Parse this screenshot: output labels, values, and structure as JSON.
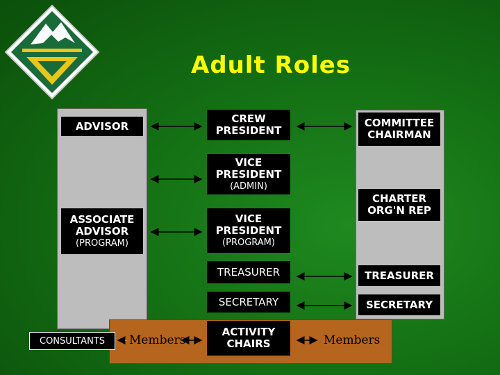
{
  "title": "Adult Roles",
  "left_column": {
    "advisor": "ADVISOR",
    "associate_advisor_line1": "ASSOCIATE",
    "associate_advisor_line2": "ADVISOR",
    "associate_advisor_sub": "(PROGRAM)",
    "consultants": "CONSULTANTS",
    "members": "Members"
  },
  "middle_column": {
    "crew_president_line1": "CREW",
    "crew_president_line2": "PRESIDENT",
    "vp_admin_line1": "VICE",
    "vp_admin_line2": "PRESIDENT",
    "vp_admin_sub": "(ADMIN)",
    "vp_program_line1": "VICE",
    "vp_program_line2": "PRESIDENT",
    "vp_program_sub": "(PROGRAM)",
    "treasurer": "TREASURER",
    "secretary": "SECRETARY",
    "activity_chairs_line1": "ACTIVITY",
    "activity_chairs_line2": "CHAIRS"
  },
  "right_column": {
    "committee_chairman_line1": "COMMITTEE",
    "committee_chairman_line2": "CHAIRMAN",
    "charter_rep_line1": "CHARTER",
    "charter_rep_line2": "ORG'N REP",
    "treasurer": "TREASURER",
    "secretary": "SECRETARY",
    "members": "Members"
  },
  "colors": {
    "background": "#147014",
    "title": "#ffff00",
    "panel": "#bdbdbd",
    "box": "#000000",
    "bottom_bar": "#b5651d",
    "logo_fill": "#1a6b3a",
    "logo_accent": "#e8c61a"
  },
  "logo": {
    "icon": "venturing-mountain-v-emblem"
  }
}
